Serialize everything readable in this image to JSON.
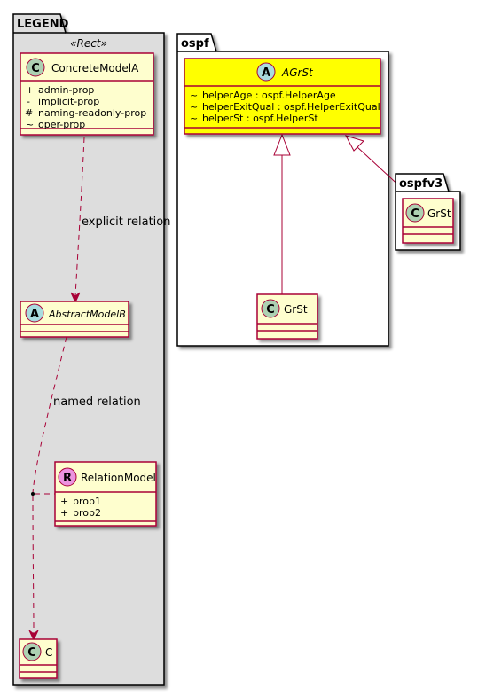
{
  "colors": {
    "class_fill": "#FEFECE",
    "class_border": "#A80036",
    "highlight_fill": "#FFFF00",
    "legend_fill": "#DDDDDD",
    "package_border": "#000000",
    "circle_class": "#ADD1B2",
    "circle_abstract": "#A9DCDF",
    "circle_relation": "#EB93DF"
  },
  "legend": {
    "title": "LEGEND",
    "stereotype": "«Rect»",
    "concrete": {
      "circle": "C",
      "name": "ConcreteModelA",
      "props": [
        {
          "vis": "+",
          "text": "admin-prop"
        },
        {
          "vis": "-",
          "text": "implicit-prop"
        },
        {
          "vis": "#",
          "text": "naming-readonly-prop"
        },
        {
          "vis": "~",
          "text": "oper-prop"
        }
      ]
    },
    "abstract": {
      "circle": "A",
      "name": "AbstractModelB"
    },
    "relation": {
      "circle": "R",
      "name": "RelationModel",
      "props": [
        {
          "vis": "+",
          "text": "prop1"
        },
        {
          "vis": "+",
          "text": "prop2"
        }
      ]
    },
    "c": {
      "circle": "C",
      "name": "C"
    },
    "explicit_label": "explicit relation",
    "named_label": "named relation"
  },
  "ospf": {
    "title": "ospf",
    "agrst": {
      "circle": "A",
      "name": "AGrSt",
      "props": [
        {
          "vis": "~",
          "text": "helperAge : ospf.HelperAge"
        },
        {
          "vis": "~",
          "text": "helperExitQual : ospf.HelperExitQual"
        },
        {
          "vis": "~",
          "text": "helperSt : ospf.HelperSt"
        }
      ]
    },
    "grst": {
      "circle": "C",
      "name": "GrSt"
    }
  },
  "ospfv3": {
    "title": "ospfv3",
    "grst": {
      "circle": "C",
      "name": "GrSt"
    }
  }
}
